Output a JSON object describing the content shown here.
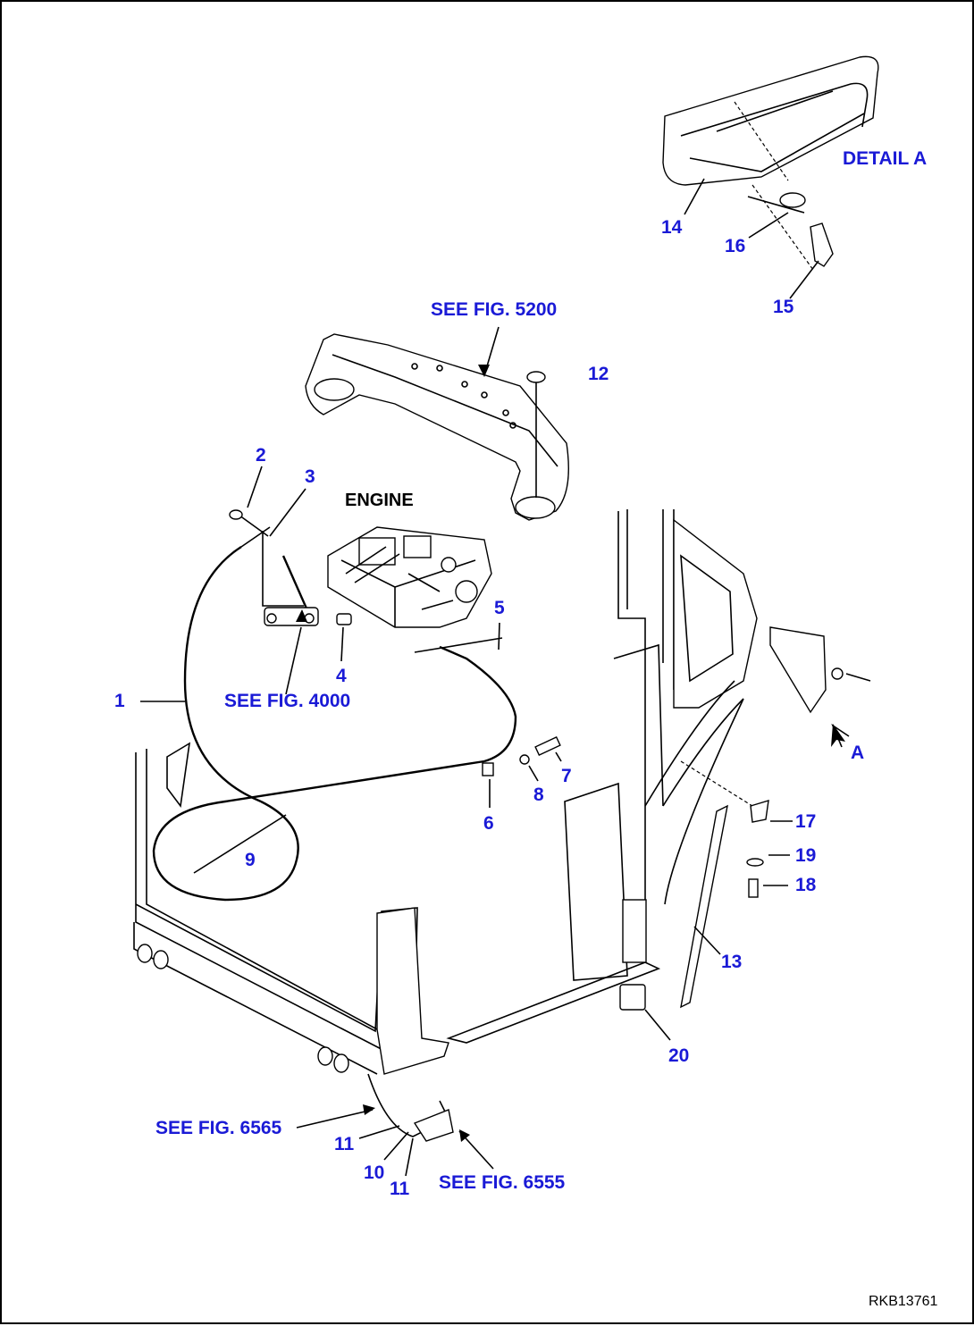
{
  "labels": {
    "detail_a": "DETAIL A",
    "see_fig_5200": "SEE FIG. 5200",
    "see_fig_4000": "SEE FIG. 4000",
    "see_fig_6565": "SEE FIG. 6565",
    "see_fig_6555": "SEE FIG. 6555",
    "engine": "ENGINE",
    "arrow_a": "A",
    "drawing_code": "RKB13761"
  },
  "parts": {
    "p1": "1",
    "p2": "2",
    "p3": "3",
    "p4": "4",
    "p5": "5",
    "p6": "6",
    "p7": "7",
    "p8": "8",
    "p9": "9",
    "p10": "10",
    "p11a": "11",
    "p11b": "11",
    "p12": "12",
    "p13": "13",
    "p14": "14",
    "p15": "15",
    "p16": "16",
    "p17": "17",
    "p18": "18",
    "p19": "19",
    "p20": "20"
  },
  "colors": {
    "label": "#1a1ad6",
    "line": "#000000",
    "background": "#ffffff"
  }
}
